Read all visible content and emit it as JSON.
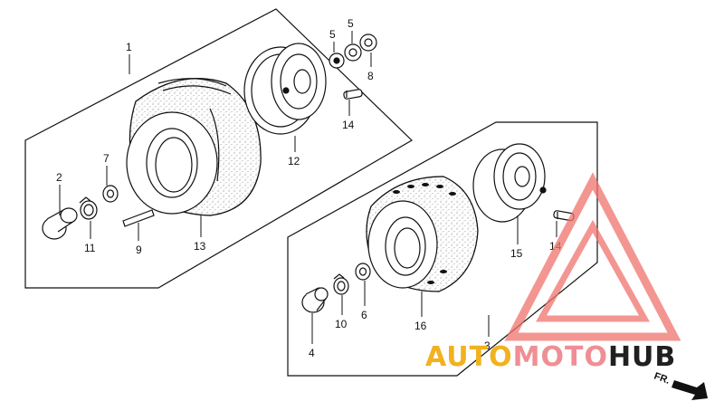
{
  "diagram": {
    "callouts": {
      "c1": "1",
      "c2": "2",
      "c3": "3",
      "c4": "4",
      "c5a": "5",
      "c5b": "5",
      "c6": "6",
      "c7": "7",
      "c8": "8",
      "c9": "9",
      "c10": "10",
      "c11": "11",
      "c12": "12",
      "c13": "13",
      "c14a": "14",
      "c14b": "14",
      "c15": "15",
      "c16": "16"
    },
    "front_marker": "FR."
  },
  "watermark": {
    "part1": "AUTO",
    "part2": "MOTO",
    "part3": "HUB",
    "color_gold": "#f2b11f",
    "color_pink": "#ef8f95",
    "color_dark": "#202020",
    "triangle_color": "#f0746e"
  }
}
